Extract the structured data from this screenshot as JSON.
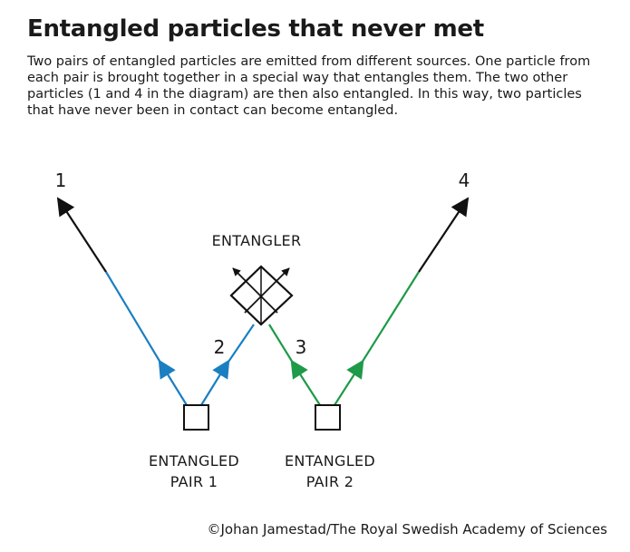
{
  "title": "Entangled particles that never met",
  "description": "Two pairs of entangled particles are emitted from different sources. One particle from each pair is brought together in a special way that entangles them. The two other particles (1 and 4 in the diagram) are then also entangled. In this way, two particles that have never been in contact can become entangled.",
  "diagram": {
    "particles": {
      "p1": "1",
      "p2": "2",
      "p3": "3",
      "p4": "4"
    },
    "entangler_label": "ENTANGLER",
    "source1": {
      "line1": "ENTANGLED",
      "line2": "PAIR 1"
    },
    "source2": {
      "line1": "ENTANGLED",
      "line2": "PAIR 2"
    },
    "colors": {
      "pair1": "#1a7fc1",
      "pair2": "#1e9a48",
      "entangled": "#111111"
    }
  },
  "credit": "©Johan Jamestad/The Royal Swedish Academy of Sciences"
}
